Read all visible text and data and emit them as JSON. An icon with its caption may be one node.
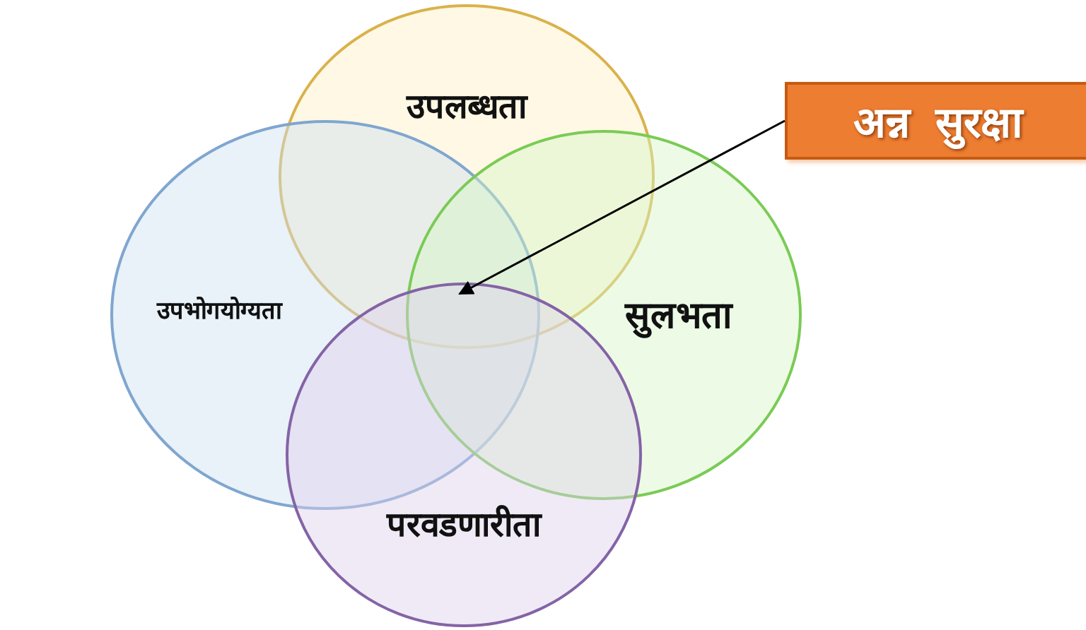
{
  "diagram": {
    "nodes": [
      {
        "text": [
          "उपलब्धता"
        ]
      },
      {
        "text": [
          "उपभोगयोग्यता"
        ]
      },
      {
        "text": [
          "सुलभता"
        ]
      },
      {
        "text": [
          "परवडणारीता"
        ]
      },
      {
        "text": [
          "अन्न सुरक्षा"
        ]
      }
    ],
    "edges": [
      {
        "from": 4,
        "to": 3,
        "arrow": "to"
      }
    ]
  }
}
